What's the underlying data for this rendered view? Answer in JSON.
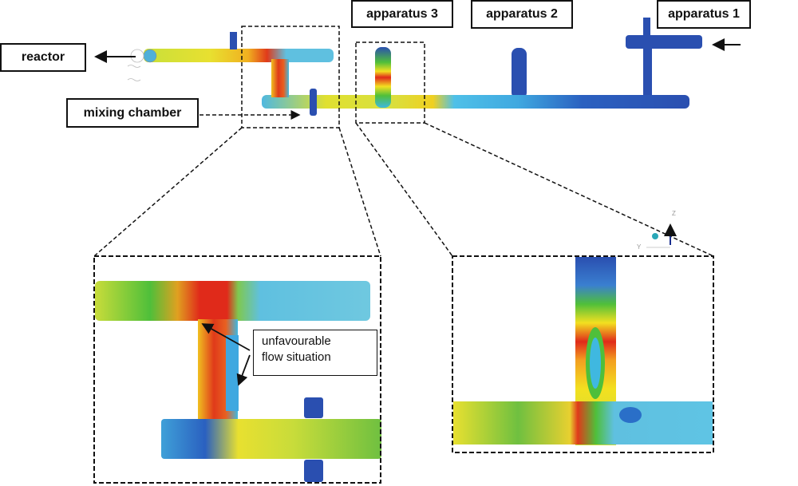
{
  "labels": {
    "reactor": "reactor",
    "mixing_chamber": "mixing chamber",
    "apparatus_3": "apparatus 3",
    "apparatus_2": "apparatus 2",
    "apparatus_1": "apparatus  1",
    "callout_line1": "unfavourable",
    "callout_line2": "flow situation"
  },
  "axis_triad": {
    "z": "Z",
    "y": "Y"
  },
  "colors": {
    "low_velocity": "#2a4fb0",
    "mid_low": "#3fb8e0",
    "mid": "#4fbf3a",
    "mid_high": "#f3e020",
    "high_velocity": "#e02a1a"
  }
}
